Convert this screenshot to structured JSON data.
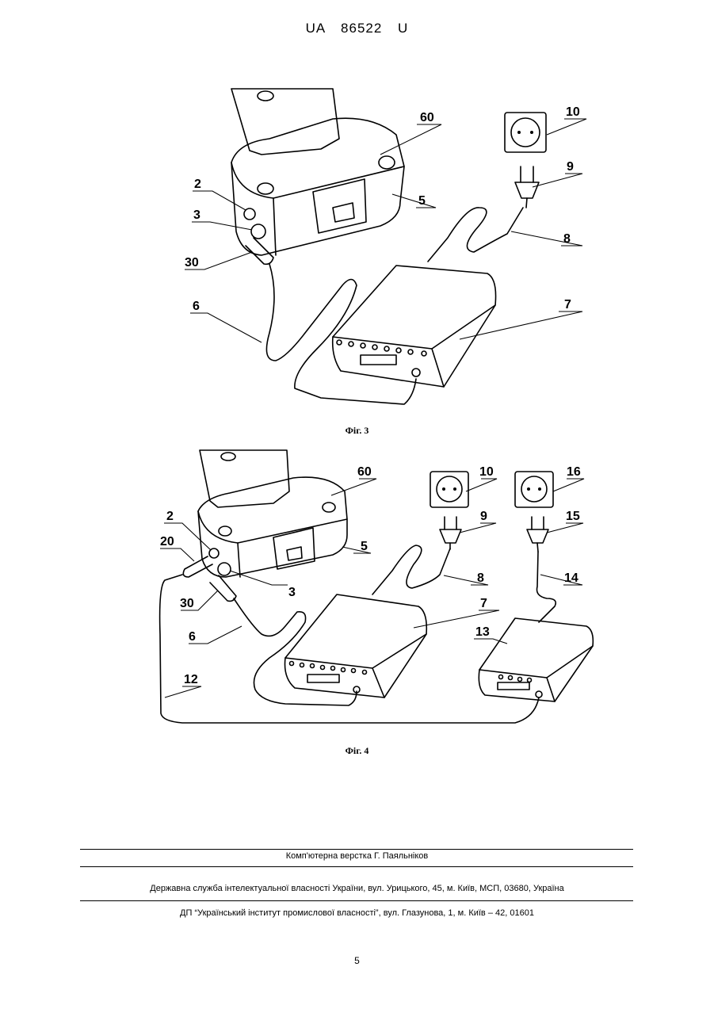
{
  "header": {
    "doc_id": "UA   86522   U"
  },
  "figure3": {
    "caption": "Фіг. 3",
    "labels": {
      "l60": "60",
      "l10": "10",
      "l9": "9",
      "l2": "2",
      "l5": "5",
      "l3": "3",
      "l8": "8",
      "l30": "30",
      "l6": "6",
      "l7": "7"
    }
  },
  "figure4": {
    "caption": "Фіг. 4",
    "labels": {
      "l60": "60",
      "l10": "10",
      "l16": "16",
      "l2": "2",
      "l9": "9",
      "l15": "15",
      "l20": "20",
      "l5": "5",
      "l3": "3",
      "l8": "8",
      "l14": "14",
      "l30": "30",
      "l7": "7",
      "l6": "6",
      "l13": "13",
      "l12": "12"
    }
  },
  "footer": {
    "line1": "Комп'ютерна верстка Г. Паяльніков",
    "line2": "Державна служба інтелектуальної власності України, вул. Урицького, 45, м. Київ, МСП, 03680, Україна",
    "line3": "ДП “Український інститут промислової власності”, вул. Глазунова, 1, м. Київ – 42, 01601"
  },
  "page_number": "5"
}
